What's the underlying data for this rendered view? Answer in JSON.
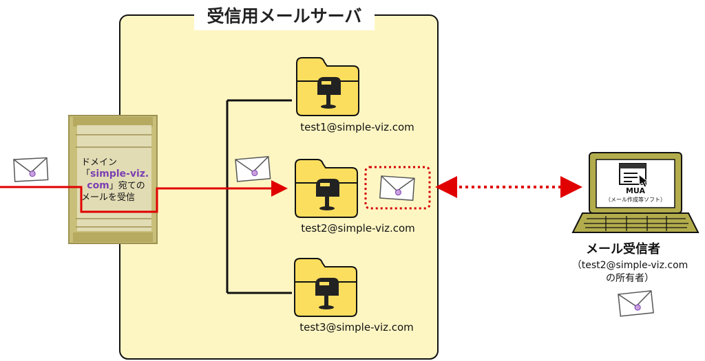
{
  "title": "受信用メールサーバ",
  "mailboxes": [
    {
      "address": "test1@simple-viz.com"
    },
    {
      "address": "test2@simple-viz.com"
    },
    {
      "address": "test3@simple-viz.com"
    }
  ],
  "server": {
    "line1": "ドメイン",
    "bracket_open": "「",
    "domain_part1": "simple-viz.",
    "domain_part2": "com",
    "suffix": "」宛ての",
    "line3": "メールを受信"
  },
  "client": {
    "mua_label": "MUA",
    "mua_sub": "（メール作成等ソフト）",
    "title": "メール受信者",
    "sub_line1": "（test2@simple-viz.com",
    "sub_line2": "の所有者）"
  },
  "colors": {
    "panel_fill": "#fdf6c3",
    "folder_fill": "#fcde5e",
    "arrow_red": "#e00000",
    "domain_purple": "#7b3fb2",
    "laptop_fill": "#b2ac4c"
  }
}
